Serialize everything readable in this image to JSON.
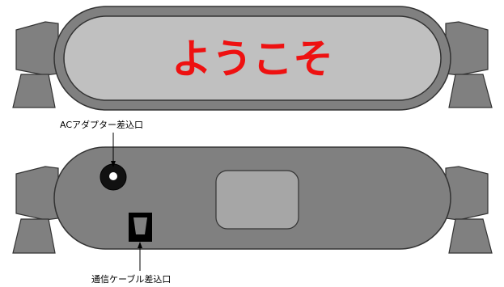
{
  "front_view": {
    "display_text": "ようこそ",
    "display_text_color": "#ee1111"
  },
  "back_view": {
    "ac_adapter_label": "ACアダプター差込口",
    "cable_port_label": "通信ケーブル差込口"
  },
  "colors": {
    "body": "#808080",
    "stand": "#808080",
    "screen": "#c0c0c0",
    "panel": "#a6a6a6",
    "outline": "#333333"
  }
}
